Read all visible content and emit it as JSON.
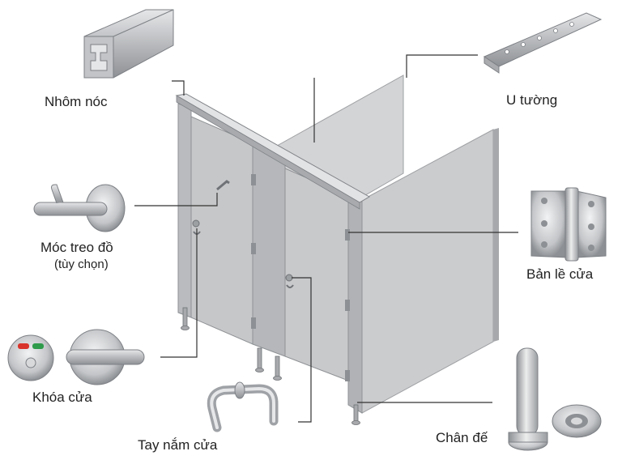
{
  "labels": {
    "roof_aluminum": "Nhôm nóc",
    "wall_channel": "U tường",
    "coat_hook": "Móc treo đồ",
    "coat_hook_note": "(tùy chọn)",
    "hinge": "Bản lề cửa",
    "door_lock": "Khóa cửa",
    "door_handle": "Tay nắm cửa",
    "pedestal_foot": "Chân đế"
  },
  "colors": {
    "panel": "#c9cacc",
    "panel_dark": "#a9abae",
    "metal": "#c4c6c8",
    "line": "#333333",
    "lock_red": "#d9342b",
    "lock_green": "#2e9b4a"
  }
}
